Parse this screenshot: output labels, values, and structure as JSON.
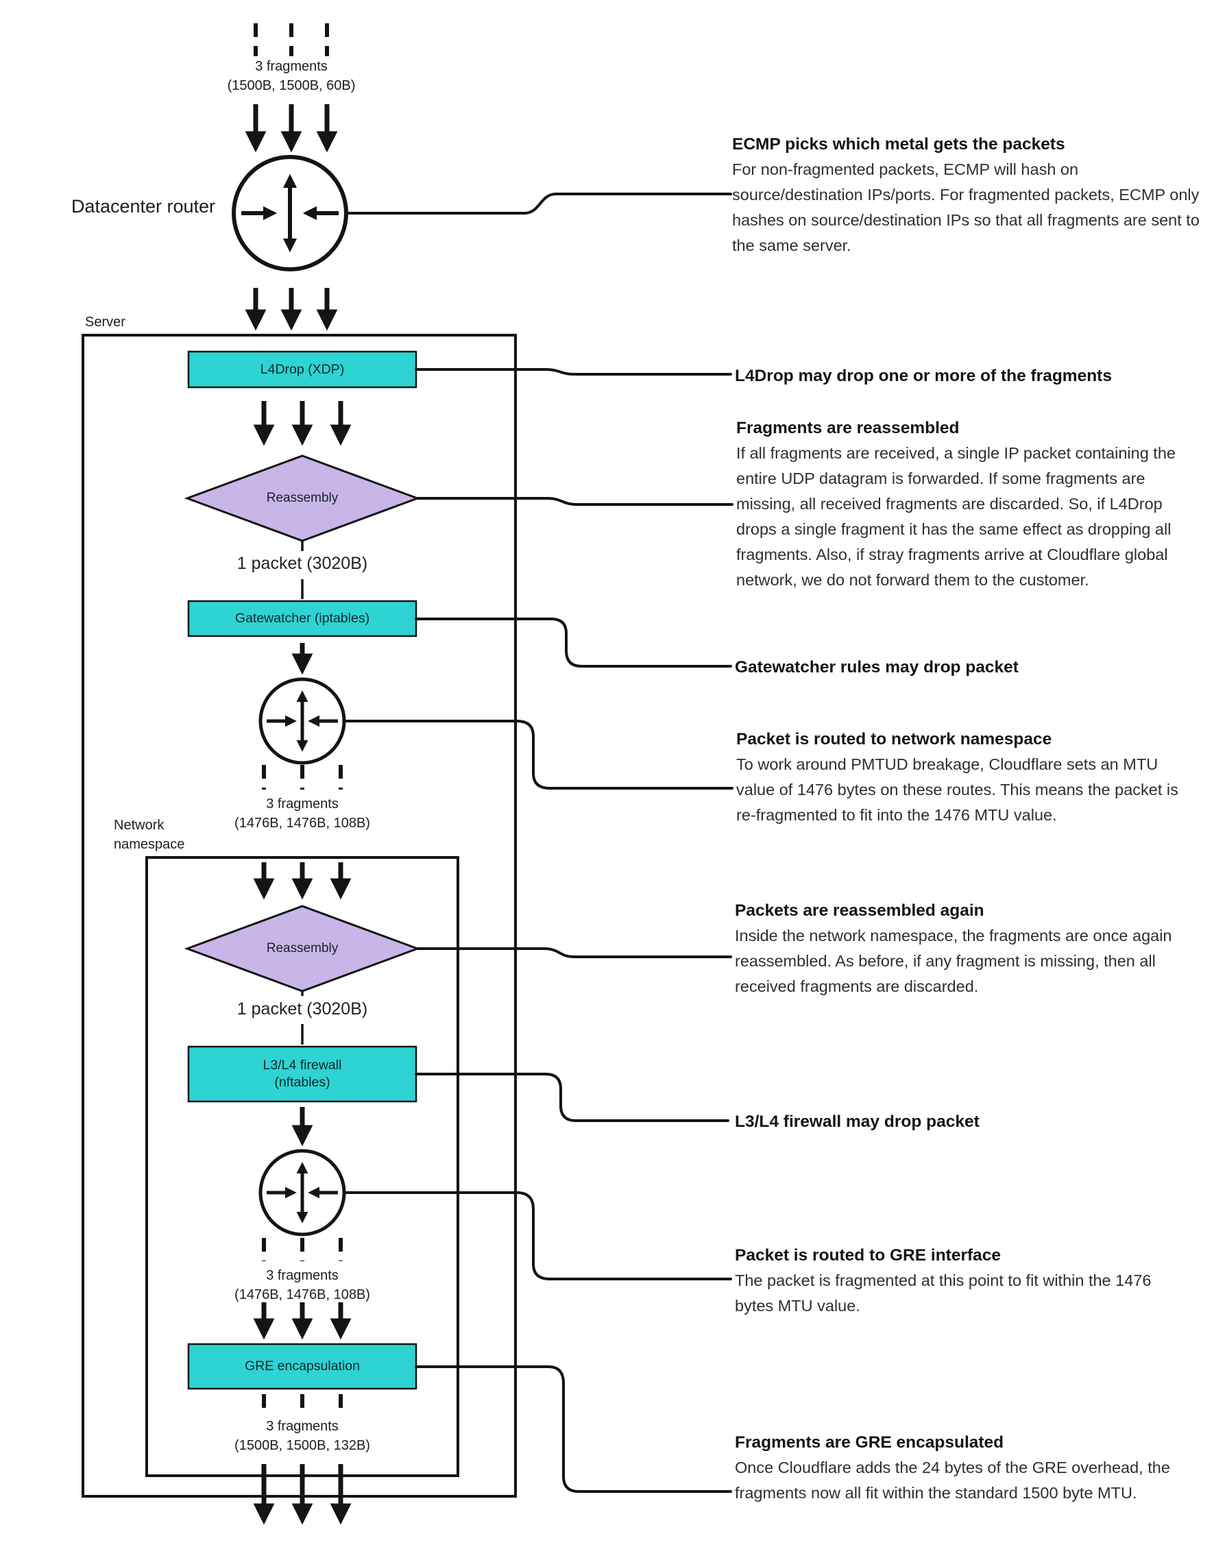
{
  "colors": {
    "cyan": "#2ed3d3",
    "purple": "#c9b6e8",
    "stroke": "#141414",
    "text": "#1f1f1f"
  },
  "diagram": {
    "fragments_top": {
      "count": "3 fragments",
      "sizes": "(1500B, 1500B, 60B)"
    },
    "datacenter_router": "Datacenter router",
    "server": "Server",
    "l4drop": "L4Drop (XDP)",
    "reassembly_1": "Reassembly",
    "packet_1": "1 packet (3020B)",
    "gatewatcher": "Gatewatcher (iptables)",
    "fragments_mid": {
      "count": "3 fragments",
      "sizes": "(1476B, 1476B, 108B)"
    },
    "network_namespace": "Network namespace",
    "reassembly_2": "Reassembly",
    "packet_2": "1 packet (3020B)",
    "firewall_line1": "L3/L4 firewall",
    "firewall_line2": "(nftables)",
    "fragments_gre_in": {
      "count": "3 fragments",
      "sizes": "(1476B, 1476B, 108B)"
    },
    "gre": "GRE encapsulation",
    "fragments_out": {
      "count": "3 fragments",
      "sizes": "(1500B, 1500B, 132B)"
    }
  },
  "annotations": {
    "ecmp": {
      "title": "ECMP picks which metal gets the packets",
      "body": "For non-fragmented packets, ECMP will hash on source/destination IPs/ports. For fragmented packets, ECMP only hashes on source/destination IPs so that all fragments are sent to the same server."
    },
    "l4drop": {
      "title": "L4Drop may drop one or more of the fragments",
      "body": ""
    },
    "reassembled": {
      "title": "Fragments are reassembled",
      "body": "If all fragments are received, a single IP packet containing the entire UDP datagram is forwarded. If some fragments are missing, all received fragments are discarded. So, if L4Drop drops a single fragment it has the same effect as dropping all fragments. Also, if stray fragments arrive at Cloudflare global network, we do not forward them to the customer."
    },
    "gatewatcher": {
      "title": "Gatewatcher rules may drop packet",
      "body": ""
    },
    "netns_route": {
      "title": "Packet is routed to network namespace",
      "body": "To work around PMTUD breakage, Cloudflare sets an MTU value of 1476 bytes on these routes. This means the packet is re-fragmented to fit into the 1476 MTU value."
    },
    "reassembled_again": {
      "title": "Packets are reassembled again",
      "body": "Inside the network namespace, the fragments are once again reassembled. As before, if any fragment is missing, then all received fragments are discarded."
    },
    "firewall": {
      "title": "L3/L4 firewall may drop packet",
      "body": ""
    },
    "gre_route": {
      "title": "Packet is routed to GRE interface",
      "body": "The packet is fragmented at this point to fit within the 1476 bytes MTU value."
    },
    "gre_encap": {
      "title": "Fragments are GRE encapsulated",
      "body": "Once Cloudflare adds the 24 bytes of the GRE overhead, the fragments now all fit within the standard 1500 byte MTU."
    }
  }
}
